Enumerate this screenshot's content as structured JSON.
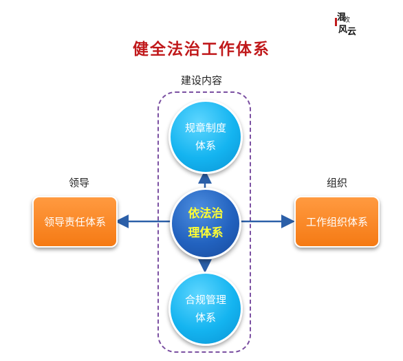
{
  "title": "健全法治工作体系",
  "logo": {
    "chars": [
      "混",
      "改",
      "风",
      "云"
    ]
  },
  "labels": {
    "content": "建设内容",
    "leadership": "领导",
    "organization": "组织"
  },
  "nodes": {
    "top": {
      "line1": "规章制度",
      "line2": "体系"
    },
    "center": {
      "line1": "依法治",
      "line2": "理体系"
    },
    "bottom": {
      "line1": "合规管理",
      "line2": "体系"
    },
    "left": {
      "label": "领导责任体系"
    },
    "right": {
      "label": "工作组织体系"
    }
  },
  "colors": {
    "title": "#c0191b",
    "light_circle": "#14b4f0",
    "center_circle": "#2262bf",
    "center_text": "#ffff33",
    "orange_box": "#f57a14",
    "arrow": "#2b5fa8",
    "dashed_border": "#7a4fa1"
  }
}
